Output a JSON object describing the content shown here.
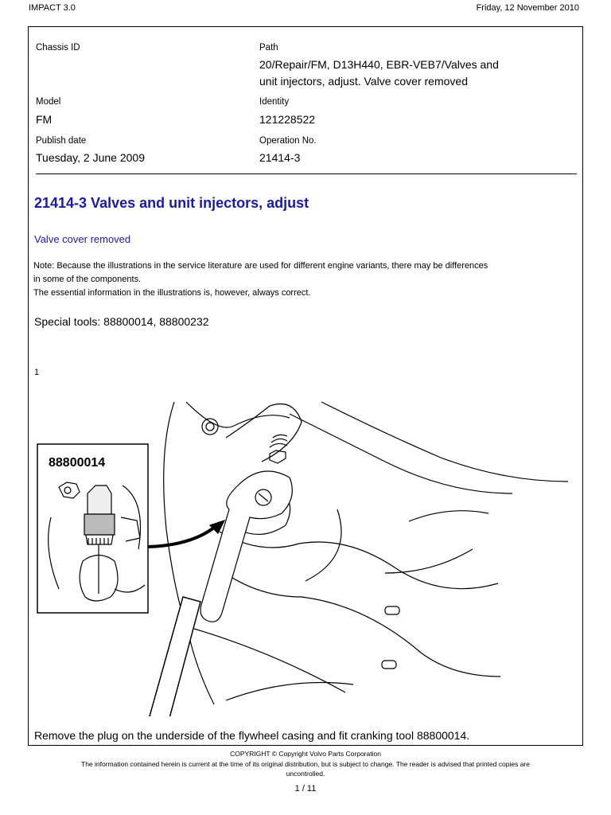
{
  "header": {
    "app": "IMPACT 3.0",
    "date": "Friday, 12 November 2010"
  },
  "meta": {
    "chassis_label": "Chassis ID",
    "path_label": "Path",
    "path_line1": "20/Repair/FM, D13H440, EBR-VEB7/Valves and",
    "path_line2": "unit injectors, adjust. Valve cover removed",
    "model_label": "Model",
    "model_value": "FM",
    "identity_label": "Identity",
    "identity_value": "121228522",
    "publish_label": "Publish date",
    "publish_value": "Tuesday, 2 June 2009",
    "operation_label": "Operation No.",
    "operation_value": "21414-3"
  },
  "content": {
    "title": "21414-3 Valves and unit injectors, adjust",
    "subtitle": "Valve cover removed",
    "note_line1": "Note: Because the illustrations in the service literature are used for different engine variants, there may be differences",
    "note_line2": "in some of the components.",
    "note_line3": "The essential information in the illustrations is, however, always correct.",
    "special_tools": "Special tools: 88800014, 88800232",
    "step_number": "1",
    "inset_label": "88800014",
    "caption": "Remove the plug on the underside of the flywheel casing and fit cranking tool 88800014."
  },
  "footer": {
    "copyright": "COPYRIGHT © Copyright Volvo Parts Corporation",
    "disclaimer_line1": "The information contained herein is current at the time of its original distribution, but is subject to change. The reader is advised that printed copies are",
    "disclaimer_line2": "uncontrolled.",
    "page": "1 / 11"
  }
}
